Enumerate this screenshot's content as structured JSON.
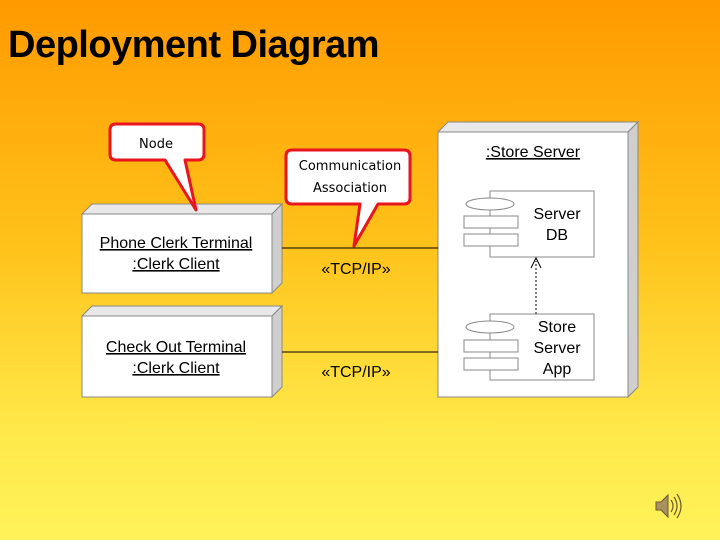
{
  "slide": {
    "title": "Deployment Diagram"
  },
  "callouts": {
    "node": "Node",
    "communication_line1": "Communication",
    "communication_line2": "Association"
  },
  "nodes": {
    "phone_terminal": {
      "line1": "Phone Clerk Terminal",
      "line2": ":Clerk Client"
    },
    "checkout_terminal": {
      "line1": "Check Out Terminal",
      "line2": ":Clerk Client"
    },
    "store_server": {
      "title": ":Store Server"
    }
  },
  "components": {
    "server_db": {
      "line1": "Server",
      "line2": "DB"
    },
    "server_app": {
      "line1": "Store",
      "line2": "Server",
      "line3": "App"
    }
  },
  "connections": {
    "protocol_top": "«TCP/IP»",
    "protocol_bottom": "«TCP/IP»"
  },
  "icons": {
    "speaker": "speaker-icon"
  },
  "colors": {
    "node_face": "#ffffff",
    "node_side": "#d8d8d8",
    "callout_stroke": "#e8141e",
    "line": "#000000"
  }
}
